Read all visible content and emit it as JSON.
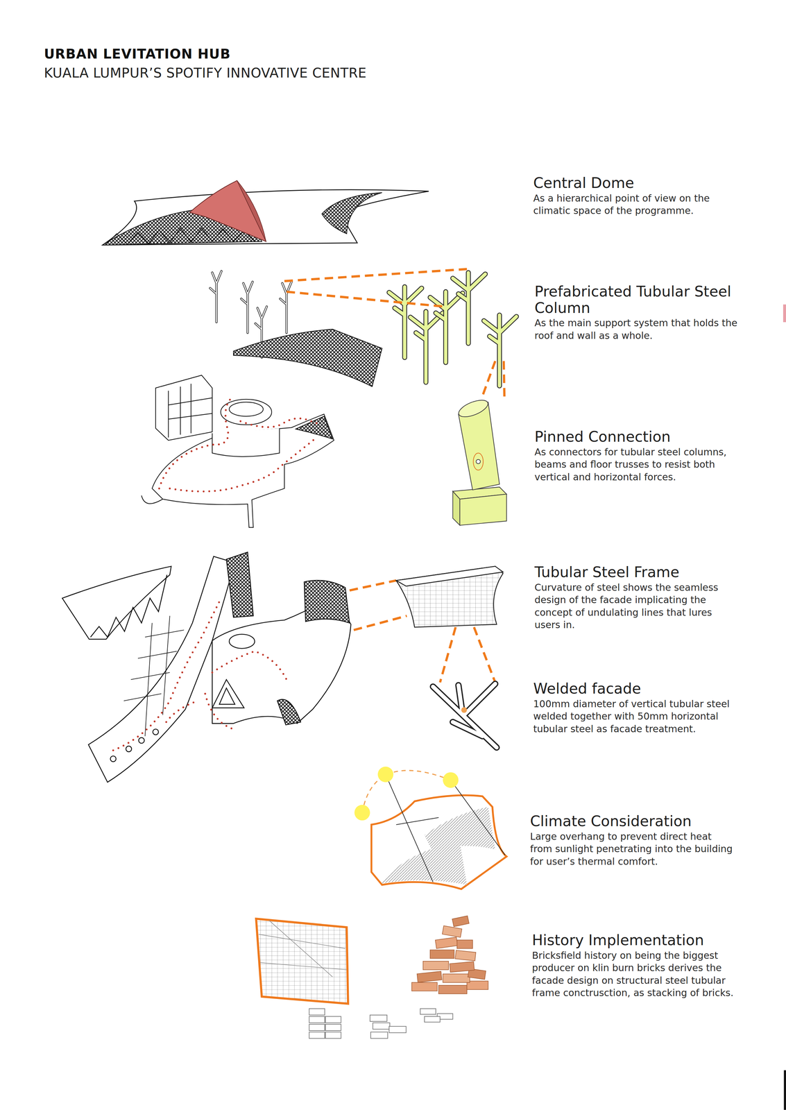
{
  "diagram": {
    "title": "URBAN LEVITATION HUB",
    "labels": [
      "KUALA LUMPUR’S SPOTIFY INNOVATIVE CENTRE",
      "Central Dome",
      "As a hierarchical point of view on the climatic space of the programme.",
      "Prefabricated Tubular Steel Column",
      "As the main support system that holds the roof and wall as a whole.",
      "Pinned Connection",
      "As connectors for tubular steel columns, beams and floor trusses to resist both vertical and horizontal forces.",
      "Tubular Steel Frame",
      "Curvature of steel shows the seamless design of the facade implicating the concept of undulating lines that lures users in.",
      "Welded facade",
      "100mm diameter of vertical tubular steel welded together with 50mm horizontal tubular steel as facade treatment.",
      "Climate Consideration",
      "Large overhang to prevent direct heat from sunlight penetrating into the building for user’s thermal comfort.",
      "History Implementation",
      "Bricksfield history on being the biggest producer on klin burn bricks derives the facade design on structural steel tubular frame conctrusction, as stacking of bricks."
    ]
  }
}
